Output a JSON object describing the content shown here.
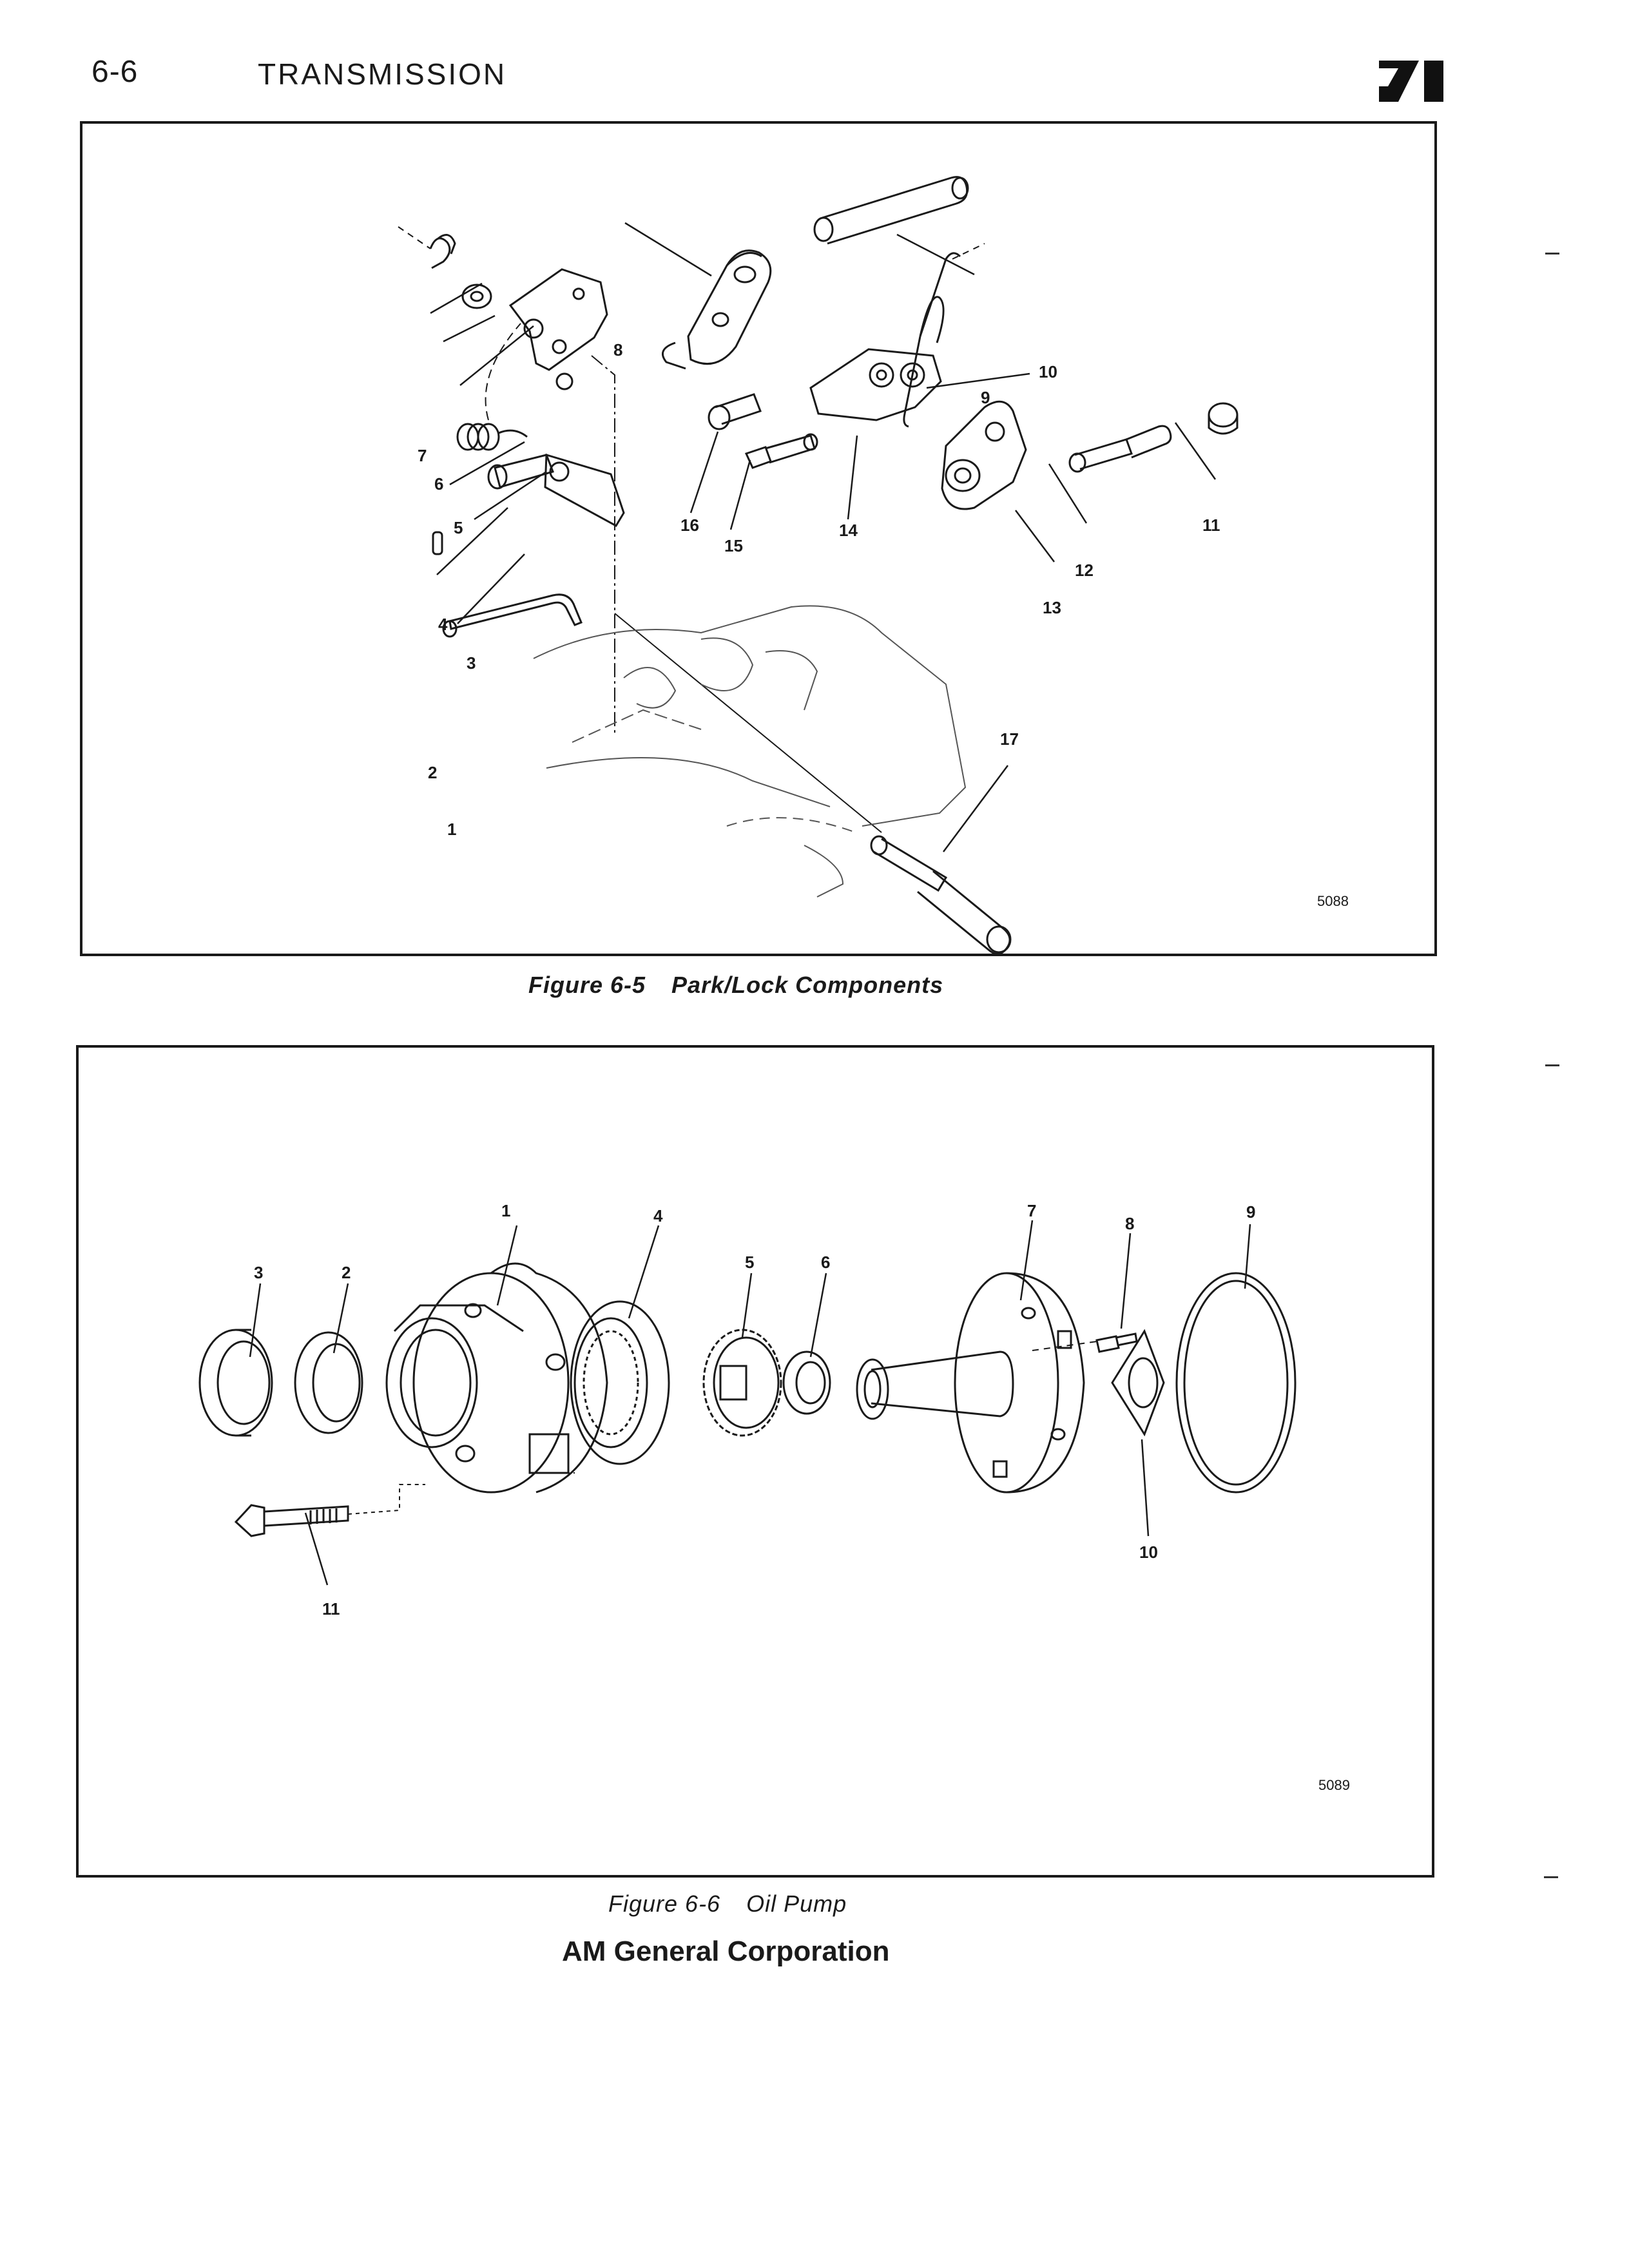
{
  "header": {
    "page_number": "6-6",
    "section_title": "TRANSMISSION"
  },
  "figure_5": {
    "callouts": [
      "1",
      "2",
      "3",
      "4",
      "5",
      "6",
      "7",
      "8",
      "9",
      "10",
      "11",
      "12",
      "13",
      "14",
      "15",
      "16",
      "17"
    ],
    "plate_id": "5088",
    "caption_number": "Figure 6-5",
    "caption_title": "Park/Lock Components"
  },
  "figure_6": {
    "callouts": [
      "1",
      "2",
      "3",
      "4",
      "5",
      "6",
      "7",
      "8",
      "9",
      "10",
      "11"
    ],
    "plate_id": "5089",
    "caption_number": "Figure 6-6",
    "caption_title": "Oil Pump"
  },
  "footer": {
    "company": "AM General Corporation"
  }
}
